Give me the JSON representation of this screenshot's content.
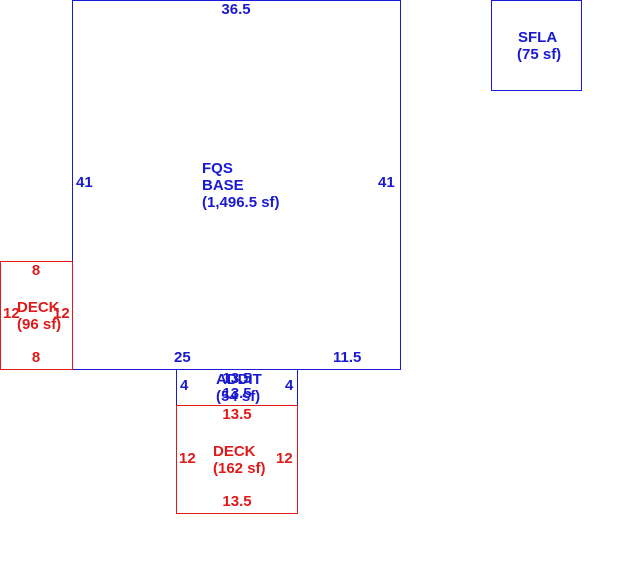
{
  "colors": {
    "base": "#1a1adc",
    "deck": "#e01a1a"
  },
  "areas": {
    "base": {
      "code": "FQS",
      "name": "BASE",
      "area": "(1,496.5 sf)",
      "dims": {
        "top": "36.5",
        "left": "41",
        "right": "41",
        "bottom_left": "25",
        "bottom_right": "11.5"
      }
    },
    "sfla": {
      "name": "SFLA",
      "area": "(75 sf)"
    },
    "deck_west": {
      "name": "DECK",
      "area": "(96 sf)",
      "dims": {
        "top": "8",
        "bottom": "8",
        "left": "12",
        "right": "12"
      }
    },
    "addit": {
      "name": "ADDIT",
      "area": "(54 sf)",
      "dims": {
        "top": "13.5",
        "bottom": "13.5",
        "left": "4",
        "right": "4"
      }
    },
    "deck_south": {
      "name": "DECK",
      "area": "(162 sf)",
      "dims": {
        "top": "13.5",
        "bottom": "13.5",
        "left": "12",
        "right": "12"
      }
    }
  }
}
